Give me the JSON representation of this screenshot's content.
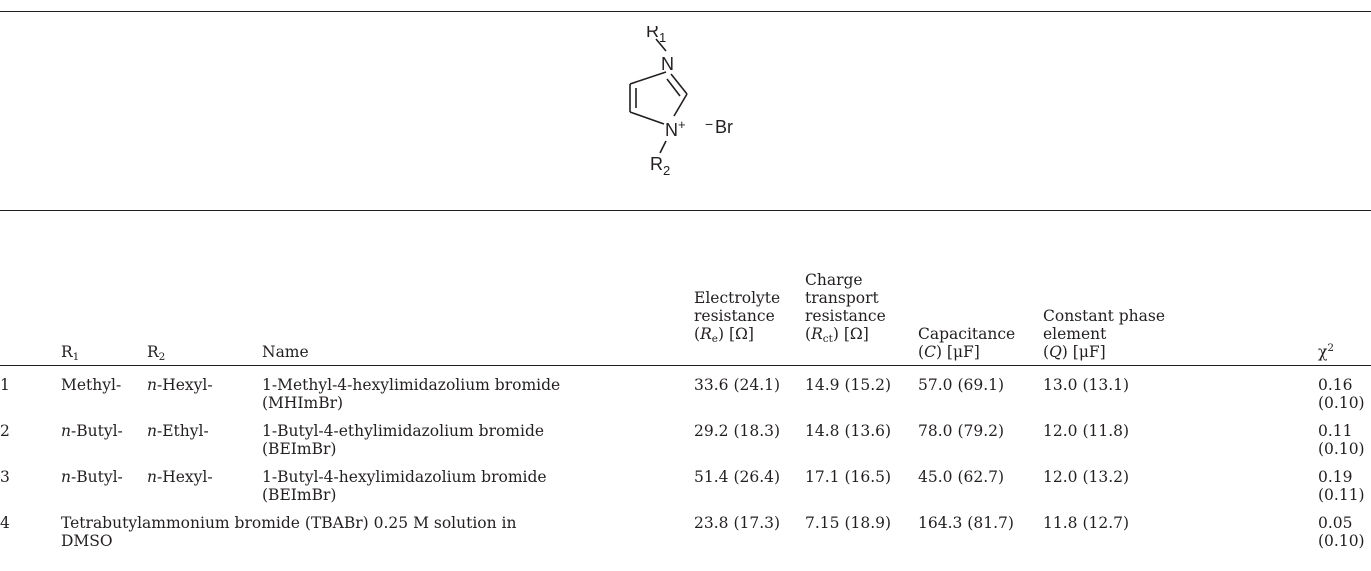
{
  "structure": {
    "r1": "R",
    "r1_sub": "1",
    "r2": "R",
    "r2_sub": "2",
    "n_top": "N",
    "n_bottom": "N",
    "plus": "+",
    "counterion_minus": "−",
    "counterion": "Br"
  },
  "headers": {
    "r1": "R",
    "r1_sub": "1",
    "r2": "R",
    "r2_sub": "2",
    "name": "Name",
    "re_line1": "Electrolyte",
    "re_line2": "resistance",
    "re_sym": "R",
    "re_sub": "e",
    "re_unit": "[Ω]",
    "rct_line1": "Charge",
    "rct_line2": "transport",
    "rct_line3": "resistance",
    "rct_sym": "R",
    "rct_sub": "ct",
    "rct_unit": "[Ω]",
    "c_line1": "Capacitance",
    "c_sym": "C",
    "c_unit": "[μF]",
    "q_line1": "Constant phase",
    "q_line2": "element",
    "q_sym": "Q",
    "q_unit": "[μF]",
    "chi": "χ",
    "chi_sup": "2"
  },
  "rows": [
    {
      "no": "1",
      "r1": "Methyl-",
      "r2_italic": "n",
      "r2": "-Hexyl-",
      "name_line1": "1-Methyl-4-hexylimidazolium bromide",
      "name_line2": "(MHImBr)",
      "re": "33.6 (24.1)",
      "rct": "14.9 (15.2)",
      "c": "57.0 (69.1)",
      "q": "13.0 (13.1)",
      "chi_line1": "0.16",
      "chi_line2": "(0.10)"
    },
    {
      "no": "2",
      "r1_italic": "n",
      "r1": "-Butyl-",
      "r2_italic": "n",
      "r2": "-Ethyl-",
      "name_line1": "1-Butyl-4-ethylimidazolium bromide",
      "name_line2": "(BEImBr)",
      "re": "29.2 (18.3)",
      "rct": "14.8 (13.6)",
      "c": "78.0 (79.2)",
      "q": "12.0 (11.8)",
      "chi_line1": "0.11",
      "chi_line2": "(0.10)"
    },
    {
      "no": "3",
      "r1_italic": "n",
      "r1": "-Butyl-",
      "r2_italic": "n",
      "r2": "-Hexyl-",
      "name_line1": "1-Butyl-4-hexylimidazolium bromide",
      "name_line2": "(BEImBr)",
      "re": "51.4 (26.4)",
      "rct": "17.1 (16.5)",
      "c": "45.0 (62.7)",
      "q": "12.0 (13.2)",
      "chi_line1": "0.19",
      "chi_line2": "(0.11)"
    },
    {
      "no": "4",
      "span_line1": "Tetrabutylammonium bromide (TBABr) 0.25 M solution in",
      "span_line2": "DMSO",
      "re": "23.8 (17.3)",
      "rct": "7.15 (18.9)",
      "c": "164.3 (81.7)",
      "q": "11.8 (12.7)",
      "chi_line1": "0.05",
      "chi_line2": "(0.10)"
    }
  ]
}
